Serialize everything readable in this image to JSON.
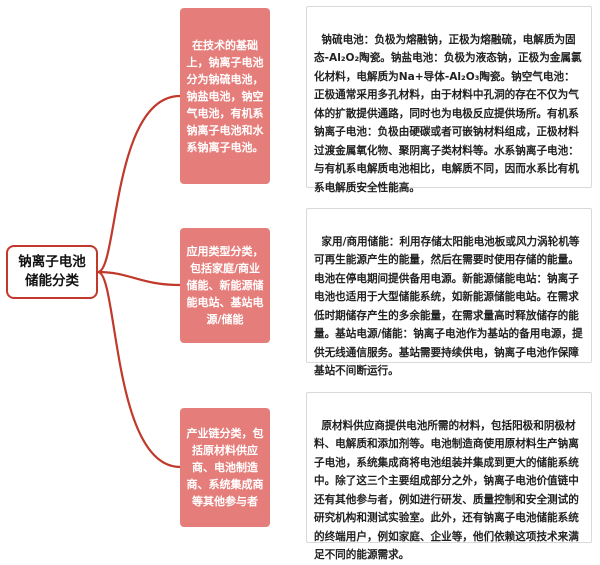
{
  "root": {
    "title": "钠离子电池\n储能分类"
  },
  "branches": [
    {
      "label": "在技术的基础上，钠离子电池分为钠硫电池，钠盐电池，钠空气电池，有机系钠离子电池和水系钠离子电池。",
      "detail": "钠硫电池：负极为熔融钠，正极为熔融硫，电解质为固态-Al₂O₂陶瓷。钠盐电池：负极为液态钠，正极为金属氯化材料，电解质为Na+导体-Al₂O₃陶瓷。钠空气电池：正极通常采用多孔材料，由于材料中孔洞的存在不仅为气体的扩散提供通路，同时也为电极反应提供场所。有机系钠离子电池：负极由硬碳或者可嵌钠材料组成，正极材料过渡金属氧化物、聚阴离子类材料等。水系钠离子电池：与有机系电解质电池相比，电解质不同，因而水系比有机系电解质安全性能高。"
    },
    {
      "label": "应用类型分类，包括家庭/商业储能、新能源储能电站、基站电源/储能",
      "detail": "家用/商用储能：利用存储太阳能电池板或风力涡轮机等可再生能源产生的能量，然后在需要时使用存储的能量。电池在停电期间提供备用电源。新能源储能电站：钠离子电池也适用于大型储能系统，如新能源储能电站。在需求低时期储存产生的多余能量，在需求量高时释放储存的能量。基站电源/储能：钠离子电池作为基站的备用电源，提供无线通信服务。基站需要持续供电，钠离子电池作保障基站不间断运行。"
    },
    {
      "label": "产业链分类，包括原材料供应商、电池制造商、系统集成商等其他参与者",
      "detail": "原材料供应商提供电池所需的材料，包括阳极和阴极材料、电解质和添加剂等。电池制造商使用原材料生产钠离子电池，系统集成商将电池组装并集成到更大的储能系统中。除了这三个主要组成部分之外，钠离子电池价值链中还有其他参与者，例如进行研发、质量控制和安全测试的研究机构和测试实验室。此外，还有钠离子电池储能系统的终端用户，例如家庭、企业等，他们依赖这项技术来满足不同的能源需求。"
    }
  ],
  "colors": {
    "connector": "#c0392b",
    "branch_fill": "#e57e7b",
    "root_border": "#c0392b"
  }
}
